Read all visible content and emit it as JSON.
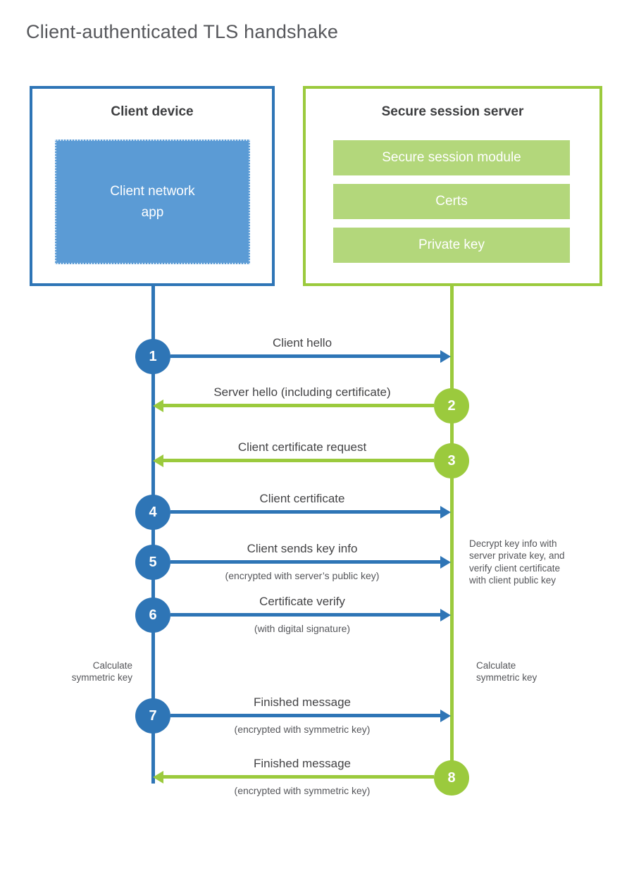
{
  "title": "Client-authenticated TLS handshake",
  "colors": {
    "blue": "#2e75b6",
    "bluefill": "#5b9bd5",
    "green": "#9bca3d",
    "greenfill": "#b3d77b"
  },
  "client": {
    "title": "Client device",
    "app": "Client network\napp"
  },
  "server": {
    "title": "Secure session server",
    "modules": [
      "Secure session module",
      "Certs",
      "Private key"
    ]
  },
  "steps": [
    {
      "num": "1",
      "label": "Client hello",
      "sub": ""
    },
    {
      "num": "2",
      "label": "Server hello (including certificate)",
      "sub": ""
    },
    {
      "num": "3",
      "label": "Client certificate request",
      "sub": ""
    },
    {
      "num": "4",
      "label": "Client certificate",
      "sub": ""
    },
    {
      "num": "5",
      "label": "Client sends key info",
      "sub": "(encrypted with server’s public key)"
    },
    {
      "num": "6",
      "label": "Certificate verify",
      "sub": "(with digital signature)"
    },
    {
      "num": "7",
      "label": "Finished message",
      "sub": "(encrypted with symmetric key)"
    },
    {
      "num": "8",
      "label": "Finished message",
      "sub": "(encrypted with symmetric key)"
    }
  ],
  "notes": {
    "decrypt": "Decrypt key info with\nserver private key, and\nverify client certificate\nwith client public key",
    "calc_left": "Calculate\nsymmetric key",
    "calc_right": "Calculate\nsymmetric key"
  }
}
